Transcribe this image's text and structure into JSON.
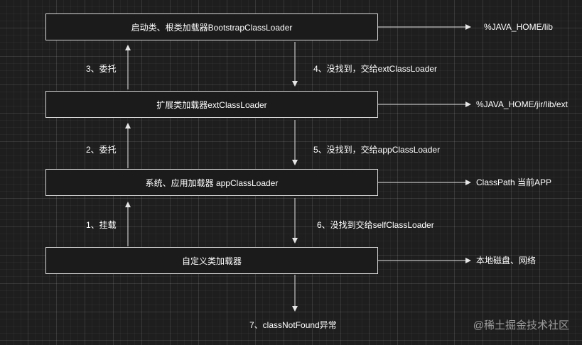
{
  "boxes": {
    "bootstrap": "启动类、根类加载器BootstrapClassLoader",
    "ext": "扩展类加载器extClassLoader",
    "app": "系统、应用加载器 appClassLoader",
    "custom": "自定义类加载器"
  },
  "paths": {
    "bootstrap": "%JAVA_HOME/lib",
    "ext": "%JAVA_HOME/jir/lib/ext",
    "app": "ClassPath 当前APP",
    "custom": "本地磁盘、网络"
  },
  "delegate": {
    "step1": "1、挂载",
    "step2": "2、委托",
    "step3": "3、委托"
  },
  "fallback": {
    "step4": "4、没找到，交给extClassLoader",
    "step5": "5、没找到，交给appClassLoader",
    "step6": "6、没找到交给selfClassLoader",
    "step7": "7、classNotFound异常"
  },
  "watermark": "@稀土掘金技术社区",
  "colors": {
    "background": "#1e1e1e",
    "box_border": "#d8d8d8",
    "arrow": "#e6e6e6",
    "text": "#ffffff"
  }
}
